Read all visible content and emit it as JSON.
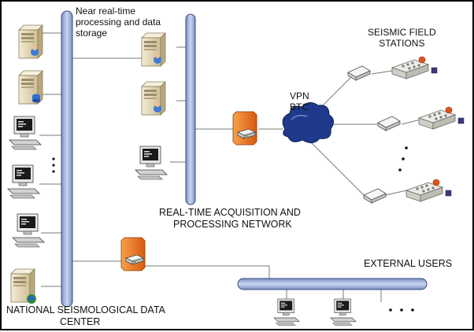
{
  "labels": {
    "near_realtime_line1": "Near real-time",
    "near_realtime_line2": "processing and data",
    "near_realtime_line3": "storage",
    "seismic_line1": "SEISMIC FIELD",
    "seismic_line2": "STATIONS",
    "vpn": "VPN",
    "btc": "BTC",
    "rta_line1": "REAL-TIME ACQUISITION AND",
    "rta_line2": "PROCESSING NETWORK",
    "external_users": "EXTERNAL USERS",
    "nsdc_line1": "NATIONAL SEISMOLOGICAL DATA",
    "nsdc_line2": "CENTER"
  },
  "colors": {
    "bus_fill": "#aab9de",
    "bus_stroke": "#3a4a78",
    "cloud": "#1f3a8a",
    "firewall": "#f07a1a",
    "server": "#e9dcb8",
    "line": "#6f7f6f"
  },
  "icons": {
    "server": "server-icon",
    "workstation": "workstation-icon",
    "firewall": "firewall-icon",
    "router": "router-icon",
    "seismometer": "seismometer-icon",
    "cloud": "vpn-cloud-icon"
  }
}
